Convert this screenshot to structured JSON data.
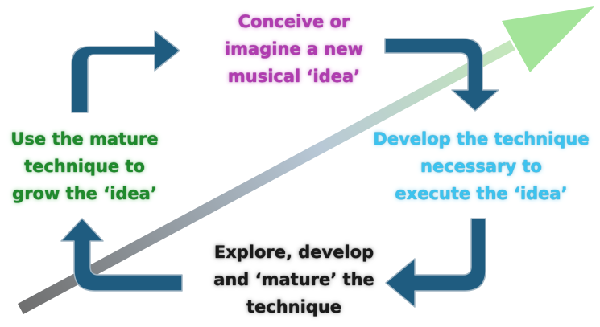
{
  "steps": {
    "top": {
      "lines": [
        "Conceive or",
        "imagine a new",
        "musical ‘idea’"
      ],
      "color": "#b03cb0",
      "stroke": "#6e1a6e",
      "glow": "#e6b8e6"
    },
    "right": {
      "lines": [
        "Develop the technique",
        "necessary to",
        "execute the ‘idea’"
      ],
      "color": "#3cc3ef",
      "stroke": "#1a6d8c",
      "glow": "#bfe8f7"
    },
    "bottom": {
      "lines": [
        "Explore, develop",
        "and ‘mature’ the",
        "technique"
      ],
      "color": "#1a1a1a",
      "stroke": "#000000",
      "glow": "#bdbdbd"
    },
    "left": {
      "lines": [
        "Use the mature",
        "technique to",
        "grow the ‘idea’"
      ],
      "color": "#1f8a2c",
      "stroke": "#0d4a14",
      "glow": "#bfe6c3"
    }
  },
  "colors": {
    "cycle_arrow_fill": "#1f5c80",
    "cycle_arrow_stroke": "#9fb4c2",
    "growth_arrow_start": "#6f6f6f",
    "growth_arrow_mid": "#b8c8d6",
    "growth_arrow_end": "#c8f0b4",
    "growth_arrow_head": "#a4e49a"
  },
  "icons": {
    "cycle_arrows": "curved-block-arrow",
    "growth_arrow": "diagonal-arrow-up-right"
  }
}
